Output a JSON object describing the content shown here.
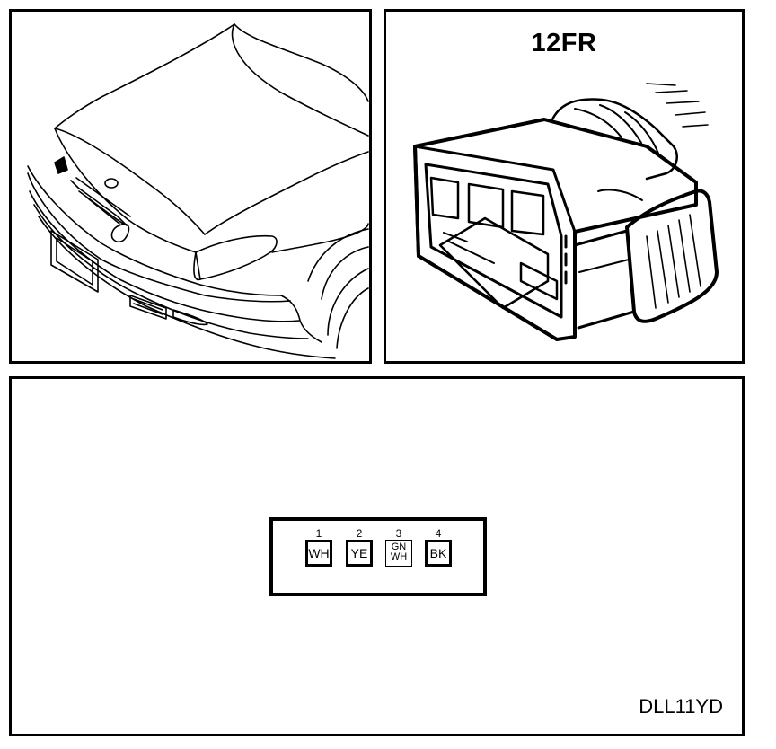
{
  "connector": {
    "label": "12FR"
  },
  "pinout": {
    "pins": [
      {
        "number": "1",
        "color": "WH",
        "color_line2": ""
      },
      {
        "number": "2",
        "color": "YE",
        "color_line2": ""
      },
      {
        "number": "3",
        "color": "GN",
        "color_line2": "WH"
      },
      {
        "number": "4",
        "color": "BK",
        "color_line2": ""
      }
    ]
  },
  "drawing_code": "DLL11YD"
}
